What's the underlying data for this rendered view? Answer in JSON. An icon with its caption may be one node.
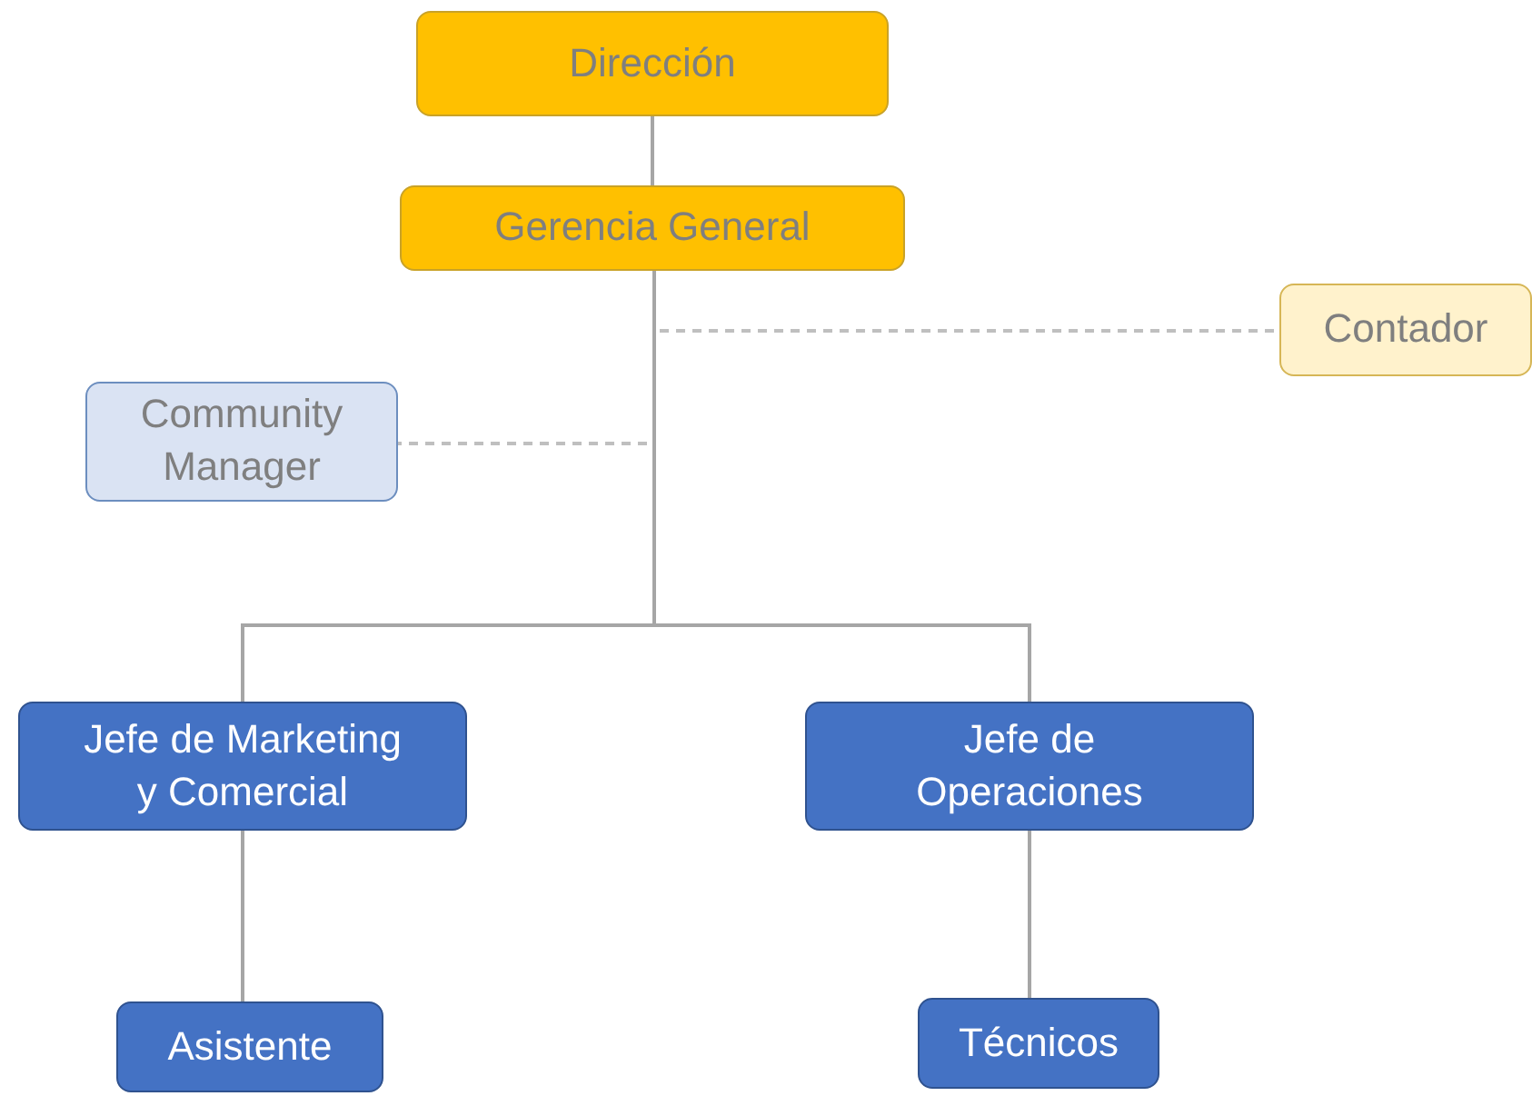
{
  "diagram": {
    "nodes": [
      {
        "text": [
          "Dirección"
        ]
      },
      {
        "text": [
          "Gerencia General"
        ]
      },
      {
        "text": [
          "Contador"
        ]
      },
      {
        "text": [
          "Community Manager"
        ]
      },
      {
        "text": [
          "Jefe de Marketing y Comercial"
        ]
      },
      {
        "text": [
          "Jefe de Operaciones"
        ]
      },
      {
        "text": [
          "Asistente"
        ]
      },
      {
        "text": [
          "Técnicos"
        ]
      }
    ],
    "edges": [
      {
        "from": 0,
        "to": 1,
        "arrow": "none"
      },
      {
        "from": 1,
        "to": 2,
        "arrow": "none",
        "style": "dashed"
      },
      {
        "from": 1,
        "to": 3,
        "arrow": "none",
        "style": "dashed"
      },
      {
        "from": 1,
        "to": 4,
        "arrow": "none"
      },
      {
        "from": 1,
        "to": 5,
        "arrow": "none"
      },
      {
        "from": 4,
        "to": 6,
        "arrow": "none"
      },
      {
        "from": 5,
        "to": 7,
        "arrow": "none"
      }
    ]
  }
}
